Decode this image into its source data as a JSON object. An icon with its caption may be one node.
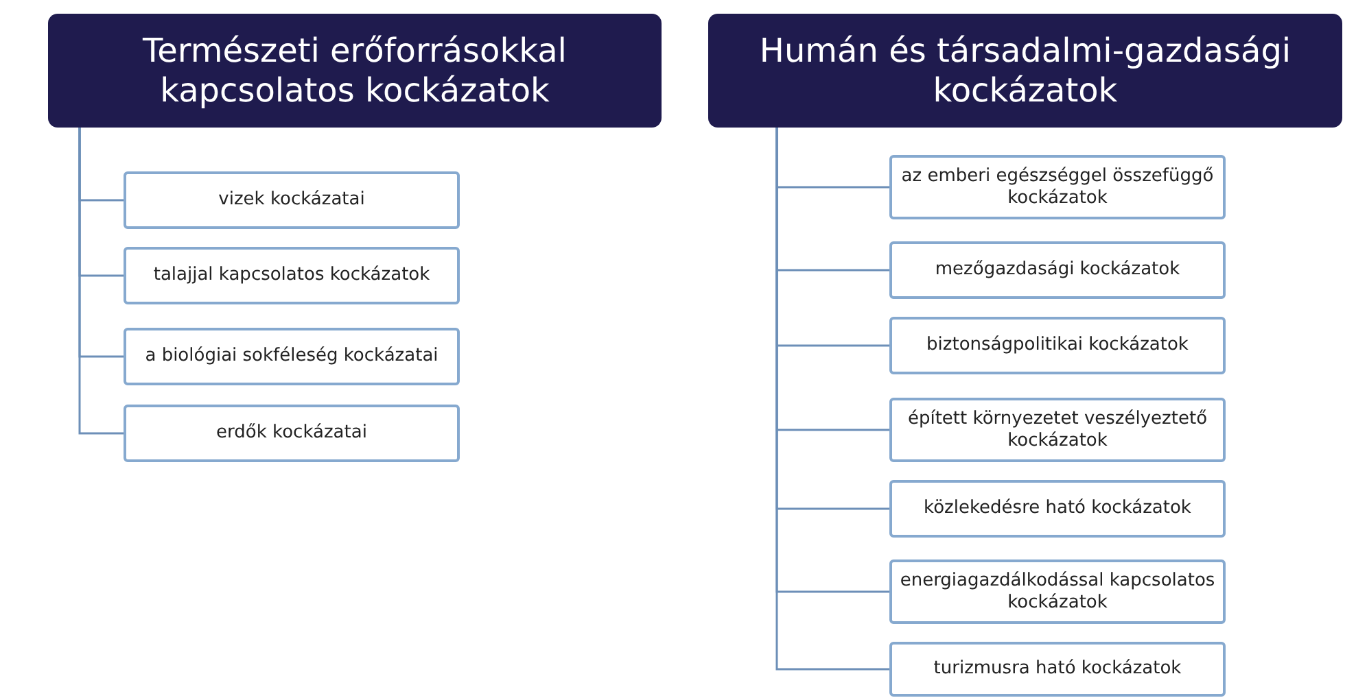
{
  "diagram": {
    "nodes": [
      {
        "text": [
          "Természeti erőforrásokkal kapcsolatos kockázatok"
        ]
      },
      {
        "text": [
          "vizek kockázatai"
        ]
      },
      {
        "text": [
          "talajjal kapcsolatos kockázatok"
        ]
      },
      {
        "text": [
          "a biológiai sokféleség kockázatai"
        ]
      },
      {
        "text": [
          "erdők kockázatai"
        ]
      },
      {
        "text": [
          "Humán és társadalmi-gazdasági kockázatok"
        ]
      },
      {
        "text": [
          "az emberi egészséggel összefüggő kockázatok"
        ]
      },
      {
        "text": [
          "mezőgazdasági kockázatok"
        ]
      },
      {
        "text": [
          "biztonságpolitikai kockázatok"
        ]
      },
      {
        "text": [
          "épített környezetet veszélyeztető kockázatok"
        ]
      },
      {
        "text": [
          "közlekedésre ható kockázatok"
        ]
      },
      {
        "text": [
          "energiagazdálkodással kapcsolatos kockázatok"
        ]
      },
      {
        "text": [
          "turizmusra ható kockázatok"
        ]
      }
    ],
    "edges": [
      {
        "from": 0,
        "to": 1,
        "arrow": "none"
      },
      {
        "from": 0,
        "to": 2,
        "arrow": "none"
      },
      {
        "from": 0,
        "to": 3,
        "arrow": "none"
      },
      {
        "from": 0,
        "to": 4,
        "arrow": "none"
      },
      {
        "from": 5,
        "to": 6,
        "arrow": "none"
      },
      {
        "from": 5,
        "to": 7,
        "arrow": "none"
      },
      {
        "from": 5,
        "to": 8,
        "arrow": "none"
      },
      {
        "from": 5,
        "to": 9,
        "arrow": "none"
      },
      {
        "from": 5,
        "to": 10,
        "arrow": "none"
      },
      {
        "from": 5,
        "to": 11,
        "arrow": "none"
      },
      {
        "from": 5,
        "to": 12,
        "arrow": "none"
      }
    ]
  }
}
